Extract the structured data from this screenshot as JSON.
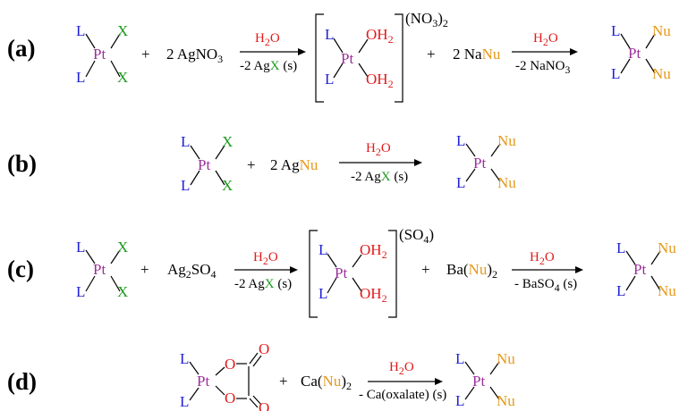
{
  "labels": {
    "a": "(a)",
    "b": "(b)",
    "c": "(c)",
    "d": "(d)"
  },
  "atoms": {
    "L": "L",
    "Pt": "Pt",
    "X": "X",
    "Nu": "Nu",
    "O": "O",
    "OH2_main": "OH",
    "OH2_sub": "2"
  },
  "plus": "+",
  "reactions": {
    "a": {
      "reagent1_coef": "2 AgNO",
      "reagent1_sub": "3",
      "arrow1_top_main": "H",
      "arrow1_top_sub": "2",
      "arrow1_top_end": "O",
      "arrow1_bottom_pre": "-2 Ag",
      "arrow1_bottom_x": "X",
      "arrow1_bottom_post": " (s)",
      "counter_pre": "(NO",
      "counter_sub1": "3",
      "counter_mid": ")",
      "counter_sub2": "2",
      "reagent2_pre": "2 Na",
      "reagent2_nu": "Nu",
      "arrow2_top_main": "H",
      "arrow2_top_sub": "2",
      "arrow2_top_end": "O",
      "arrow2_bottom_pre": "-2 NaNO",
      "arrow2_bottom_sub": "3"
    },
    "b": {
      "reagent_pre": "2 Ag",
      "reagent_nu": "Nu",
      "arrow_top_main": "H",
      "arrow_top_sub": "2",
      "arrow_top_end": "O",
      "arrow_bottom_pre": "-2 Ag",
      "arrow_bottom_x": "X",
      "arrow_bottom_post": " (s)"
    },
    "c": {
      "reagent1_pre": "Ag",
      "reagent1_sub1": "2",
      "reagent1_mid": "SO",
      "reagent1_sub2": "4",
      "arrow1_top_main": "H",
      "arrow1_top_sub": "2",
      "arrow1_top_end": "O",
      "arrow1_bottom_pre": "-2 Ag",
      "arrow1_bottom_x": "X",
      "arrow1_bottom_post": " (s)",
      "counter_pre": "(SO",
      "counter_sub": "4",
      "counter_end": ")",
      "reagent2_pre": "Ba(",
      "reagent2_nu": "Nu",
      "reagent2_mid": ")",
      "reagent2_sub": "2",
      "arrow2_top_main": "H",
      "arrow2_top_sub": "2",
      "arrow2_top_end": "O",
      "arrow2_bottom_pre": "- BaSO",
      "arrow2_bottom_sub": "4",
      "arrow2_bottom_post": " (s)"
    },
    "d": {
      "reagent_pre": "Ca(",
      "reagent_nu": "Nu",
      "reagent_mid": ")",
      "reagent_sub": "2",
      "arrow_top_main": "H",
      "arrow_top_sub": "2",
      "arrow_top_end": "O",
      "arrow_bottom": "- Ca(oxalate) (s)"
    }
  },
  "colors": {
    "ligand_L": "#1f1fd6",
    "platinum": "#9b2f9b",
    "halide_X": "#1f9a1f",
    "nucleophile_Nu": "#e59a1c",
    "oxygen_water": "#e21a1a"
  }
}
